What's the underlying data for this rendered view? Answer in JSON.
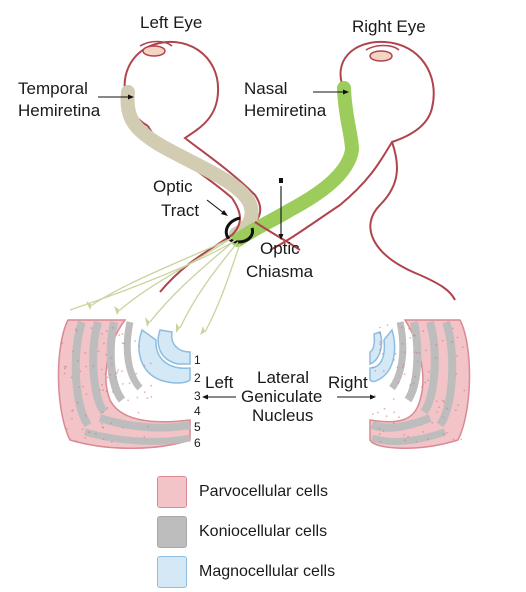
{
  "labels": {
    "left_eye": "Left Eye",
    "right_eye": "Right Eye",
    "temporal_line1": "Temporal",
    "temporal_line2": "Hemiretina",
    "nasal_line1": "Nasal",
    "nasal_line2": "Hemiretina",
    "optic_tract_line1": "Optic",
    "optic_tract_line2": "Tract",
    "chiasma_line1": "Optic",
    "chiasma_line2": "Chiasma",
    "lgn_line1": "Lateral",
    "lgn_line2": "Geniculate",
    "lgn_line3": "Nucleus",
    "left": "Left",
    "right": "Right"
  },
  "layer_numbers": [
    "1",
    "2",
    "3",
    "4",
    "5",
    "6"
  ],
  "legend": [
    {
      "label": "Parvocellular cells",
      "color": "#f2c4c8",
      "border": "#d98a93"
    },
    {
      "label": "Koniocellular cells",
      "color": "#bdbdbd",
      "border": "#a8a8a8"
    },
    {
      "label": "Magnocellular cells",
      "color": "#d4e8f6",
      "border": "#8fbde0"
    }
  ],
  "colors": {
    "eye_outline": "#b0444d",
    "temporal_fiber": "#d2ccb2",
    "nasal_fiber": "#9ccc5c",
    "parvo": "#f2c4c8",
    "konio": "#bdbdbd",
    "magno": "#d4e8f6"
  }
}
